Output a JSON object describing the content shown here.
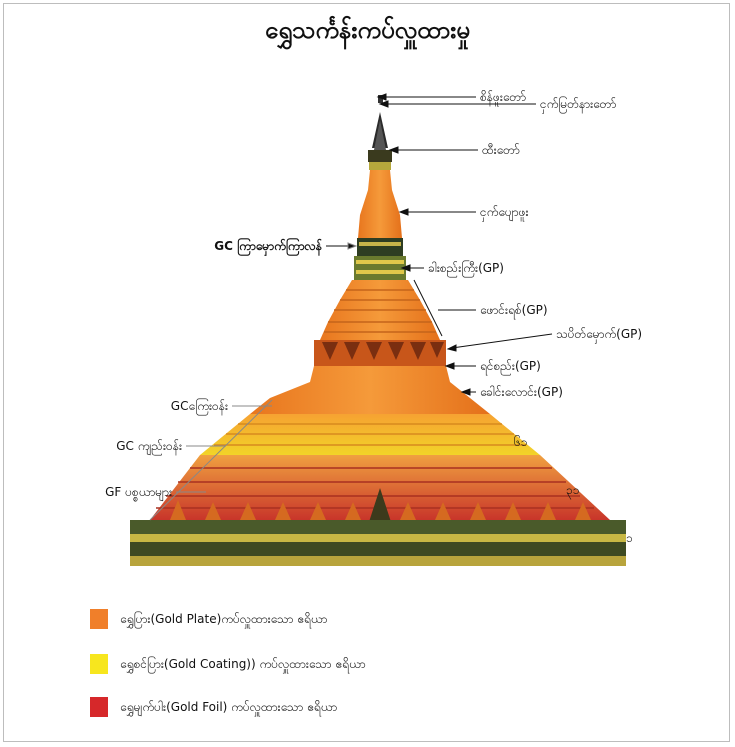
{
  "title": "ရွှေသင်္ကန်းကပ်လှူထားမှု",
  "labels": {
    "right": [
      "စိန်ဖူးတော်",
      "ငှက်မြတ်နားတော်",
      "ထီးတော်",
      "ငှက်ပျောဖူး",
      "ခါးစည်းကြီး(GP)",
      "ဖောင်းရစ်(GP)",
      "သပိတ်မှောက်(GP)",
      "ရင်စည်း(GP)",
      "ခေါင်းလောင်း(GP)",
      "၆၁",
      "၃၁",
      "၁"
    ],
    "left": [
      "GC ကြာမှောက်ကြာလန်",
      "GCကြေးဝန်း",
      "GC ကျည်းဝန်း",
      "GF ပစ္စယာများ"
    ]
  },
  "legend": [
    {
      "color": "#f07f2a",
      "text": "ရွှေပြား(Gold Plate)ကပ်လှူထားသော ဧရိယာ"
    },
    {
      "color": "#f7e61e",
      "text": "ရွှေစင်ပြား(Gold Coating)) ကပ်လှူထားသော ဧရိယာ"
    },
    {
      "color": "#d6282a",
      "text": "ရွှေမျက်ပါး(Gold Foil) ကပ်လှူထားသော ဧရိယာ"
    }
  ]
}
